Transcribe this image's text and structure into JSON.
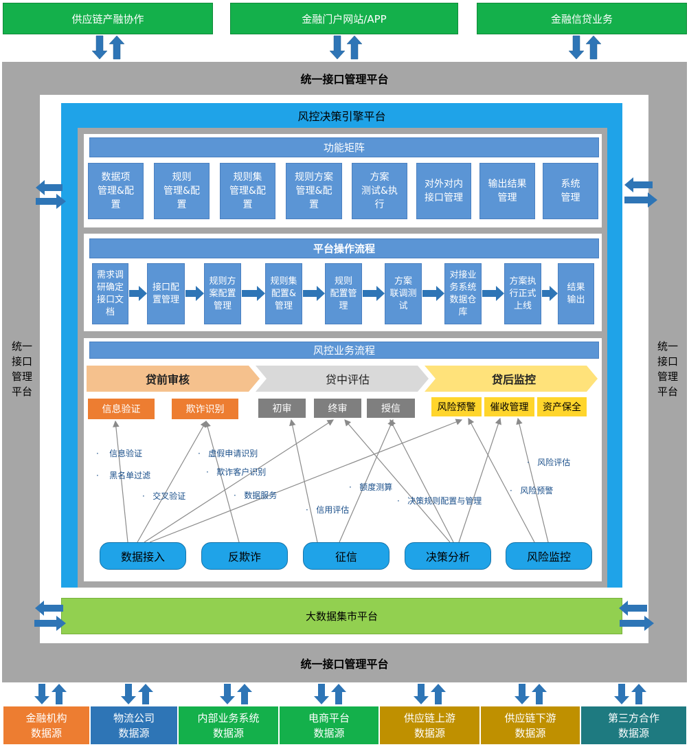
{
  "top_channels": [
    "供应链产融协作",
    "金融门户网站/APP",
    "金融信贷业务"
  ],
  "interface_platform": {
    "top_title": "统一接口管理平台",
    "bottom_title": "统一接口管理平台",
    "left_lines": [
      "统一",
      "接口",
      "管理",
      "平台"
    ],
    "right_lines": [
      "统一",
      "接口",
      "管理",
      "平台"
    ]
  },
  "engine_title": "风控决策引擎平台",
  "function_matrix": {
    "title": "功能矩阵",
    "items": [
      [
        "数据项",
        "管理&配",
        "置"
      ],
      [
        "规则",
        "管理&配",
        "置"
      ],
      [
        "规则集",
        "管理&配",
        "置"
      ],
      [
        "规则方案",
        "管理&配",
        "置"
      ],
      [
        "方案",
        "测试&执",
        "行"
      ],
      [
        "对外对内",
        "接口管理"
      ],
      [
        "输出结果",
        "管理"
      ],
      [
        "系统",
        "管理"
      ]
    ]
  },
  "platform_flow": {
    "title": "平台操作流程",
    "steps": [
      [
        "需求调",
        "研确定",
        "接口文",
        "档"
      ],
      [
        "接口配",
        "置管理"
      ],
      [
        "规则方",
        "案配置",
        "管理"
      ],
      [
        "规则集",
        "配置&",
        "管理"
      ],
      [
        "规则",
        "配置管",
        "理"
      ],
      [
        "方案",
        "联调测",
        "试"
      ],
      [
        "对接业",
        "务系统",
        "数据仓",
        "库"
      ],
      [
        "方案执",
        "行正式",
        "上线"
      ],
      [
        "结果",
        "输出"
      ]
    ]
  },
  "business_flow": {
    "title": "风控业务流程",
    "stages": [
      "贷前审核",
      "贷中评估",
      "贷后监控"
    ],
    "stage_colors": [
      "#f5c18d",
      "#d9d9d9",
      "#ffe27a"
    ],
    "pre_tags": [
      "信息验证",
      "欺诈识别"
    ],
    "mid_tags": [
      "初审",
      "终审",
      "授信"
    ],
    "post_tags": [
      "风险预警",
      "催收管理",
      "资产保全"
    ],
    "annotations": [
      "信息验证",
      "黑名单过滤",
      "交叉验证",
      "虚假申请识别",
      "欺诈客户识别",
      "数据服务",
      "信用评估",
      "额度测算",
      "决策规则配置与管理",
      "风险评估",
      "风险预警"
    ],
    "sources": [
      "数据接入",
      "反欺诈",
      "征信",
      "决策分析",
      "风险监控"
    ]
  },
  "bigdata_platform": "大数据集市平台",
  "data_sources": [
    {
      "lines": [
        "金融机构",
        "数据源"
      ],
      "color": "#ed7d31"
    },
    {
      "lines": [
        "物流公司",
        "数据源"
      ],
      "color": "#2e75b6"
    },
    {
      "lines": [
        "内部业务系统",
        "数据源"
      ],
      "color": "#14b04b"
    },
    {
      "lines": [
        "电商平台",
        "数据源"
      ],
      "color": "#14b04b"
    },
    {
      "lines": [
        "供应链上游",
        "数据源"
      ],
      "color": "#bf9000"
    },
    {
      "lines": [
        "供应链下游",
        "数据源"
      ],
      "color": "#bf9000"
    },
    {
      "lines": [
        "第三方合作",
        "数据源"
      ],
      "color": "#1e7a80"
    }
  ]
}
